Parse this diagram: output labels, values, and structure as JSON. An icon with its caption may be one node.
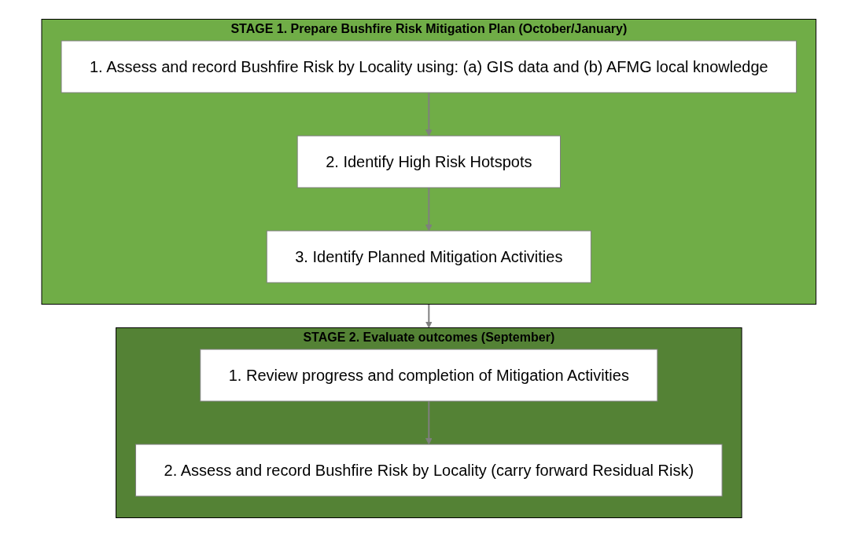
{
  "diagram": {
    "nodes": [
      {
        "text": [
          "STAGE 1. Prepare Bushfire Risk Mitigation Plan (October/January)"
        ]
      },
      {
        "text": [
          "1. Assess and record Bushfire Risk by Locality using: (a) GIS data and (b) AFMG local knowledge"
        ],
        "in": 0
      },
      {
        "text": [
          "2. Identify High Risk Hotspots"
        ],
        "in": 0
      },
      {
        "text": [
          "3. Identify Planned Mitigation Activities"
        ],
        "in": 0
      },
      {
        "text": [
          "STAGE 2. Evaluate outcomes (September)"
        ]
      },
      {
        "text": [
          "1. Review progress and completion of Mitigation Activities"
        ],
        "in": 4
      },
      {
        "text": [
          "2. Assess and record Bushfire Risk by Locality (carry forward Residual Risk)"
        ],
        "in": 4
      }
    ],
    "edges": [
      {
        "from": 1,
        "to": 2,
        "arrow": "to"
      },
      {
        "from": 2,
        "to": 3,
        "arrow": "to"
      },
      {
        "from": 0,
        "to": 4,
        "arrow": "to"
      },
      {
        "from": 5,
        "to": 6,
        "arrow": "to"
      }
    ]
  }
}
